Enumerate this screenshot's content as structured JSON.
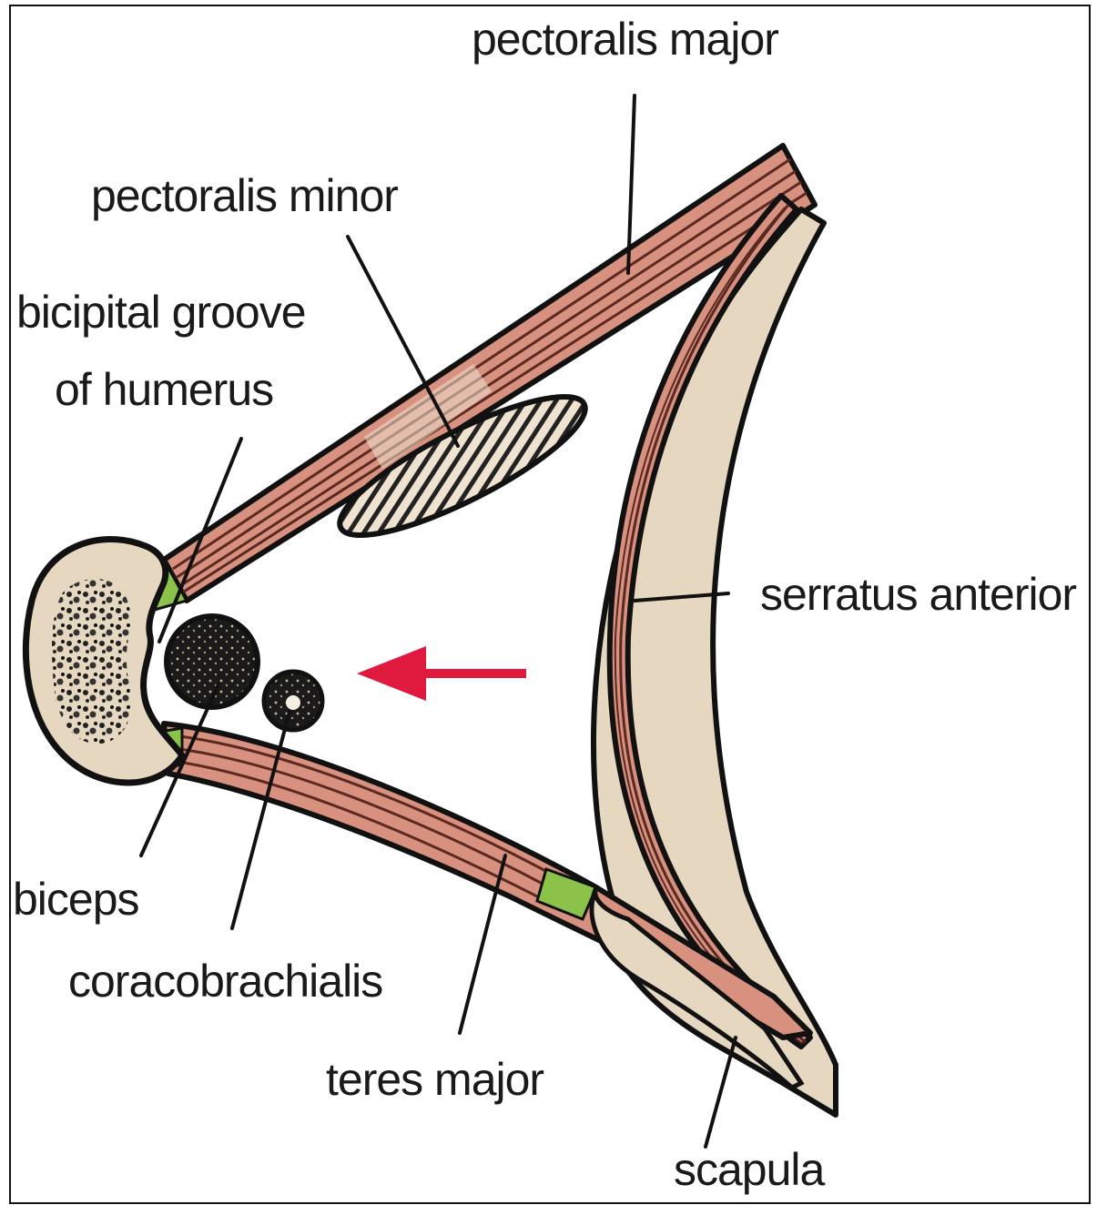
{
  "labels": {
    "pectoralis_major": "pectoralis major",
    "pectoralis_minor": "pectoralis minor",
    "bicipital_groove_line1": "bicipital groove",
    "bicipital_groove_line2": "of humerus",
    "serratus_anterior": "serratus anterior",
    "biceps": "biceps",
    "coracobrachialis": "coracobrachialis",
    "teres_major": "teres major",
    "scapula": "scapula"
  },
  "colors": {
    "muscle": "#d9917f",
    "muscle_stripe": "#5a2a22",
    "bone": "#e6d8c0",
    "outline": "#111111",
    "arrow": "#e0193f",
    "tendon": "#8bc34a"
  }
}
